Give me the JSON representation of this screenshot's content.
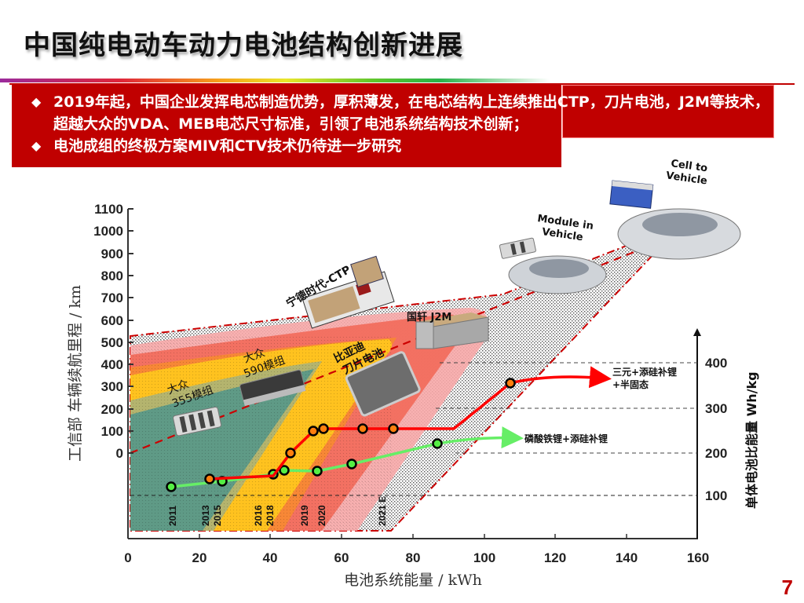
{
  "page": {
    "title": "中国纯电动车动力电池结构创新进展",
    "page_number": "7"
  },
  "callout": {
    "bullets": [
      "2019年起，中国企业发挥电芯制造优势，厚积薄发，在电芯结构上连续推出CTP，刀片电池，J2M等技术，超越大众的VDA、MEB电芯尺寸标准，引领了电池系统结构技术创新；",
      "电池成组的终极方案MIV和CTV技术仍待进一步研究"
    ],
    "bullet_icon": "diamond-icon",
    "bg_color": "#c00000"
  },
  "colors": {
    "ternary_line": "#ff0000",
    "ternary_marker": "#ff7f0e",
    "lfp_line": "#66ee66",
    "lfp_marker": "#55ee44",
    "zone_teal": "#5f9a86",
    "zone_olive": "#b4b46e",
    "zone_yellow": "#ffc21f",
    "zone_orange": "#f78a32",
    "zone_red": "#f26a5a",
    "zone_pink": "#f7a9a9",
    "boundary": "#cc0000"
  },
  "chart_data": {
    "type": "line",
    "title": "中国纯电动车动力电池结构创新进展",
    "xlabel": "电池系统能量 / kWh",
    "ylabel": "工信部 车辆续航里程 / km",
    "y2label": "单体电池比能量 Wh/kg",
    "xlim": [
      0,
      160
    ],
    "ylim": [
      0,
      1100
    ],
    "y2lim": [
      100,
      400
    ],
    "x_ticks": [
      0,
      20,
      40,
      60,
      80,
      100,
      120,
      140,
      160
    ],
    "y_ticks": [
      0,
      100,
      200,
      300,
      400,
      500,
      600,
      700,
      800,
      900,
      1000,
      1100
    ],
    "y2_ticks": [
      100,
      200,
      300,
      400
    ],
    "grid": false,
    "series": [
      {
        "name": "三元+添硅补锂+半固态",
        "axis": "y2",
        "x": [
          23,
          45,
          52,
          55,
          66,
          74,
          107
        ],
        "values": [
          143,
          200,
          250,
          255,
          255,
          255,
          355
        ]
      },
      {
        "name": "磷酸铁锂+添硅补锂",
        "axis": "y2",
        "x": [
          12,
          26,
          41,
          44,
          53,
          63,
          87
        ],
        "values": [
          123,
          135,
          152,
          160,
          158,
          175,
          220
        ]
      }
    ],
    "year_labels": [
      {
        "label": "2011",
        "x": 12
      },
      {
        "label": "2013",
        "x": 22
      },
      {
        "label": "2015",
        "x": 25
      },
      {
        "label": "2016",
        "x": 36
      },
      {
        "label": "2018",
        "x": 40
      },
      {
        "label": "2019",
        "x": 49
      },
      {
        "label": "2020",
        "x": 53
      },
      {
        "label": "2021 E",
        "x": 71
      }
    ],
    "annotations": [
      "大众 355模组",
      "大众 590模组",
      "比亚迪 刀片电池",
      "宁德时代-CTP",
      "国轩 J2M",
      "Module in Vehicle",
      "Cell to Vehicle"
    ]
  }
}
